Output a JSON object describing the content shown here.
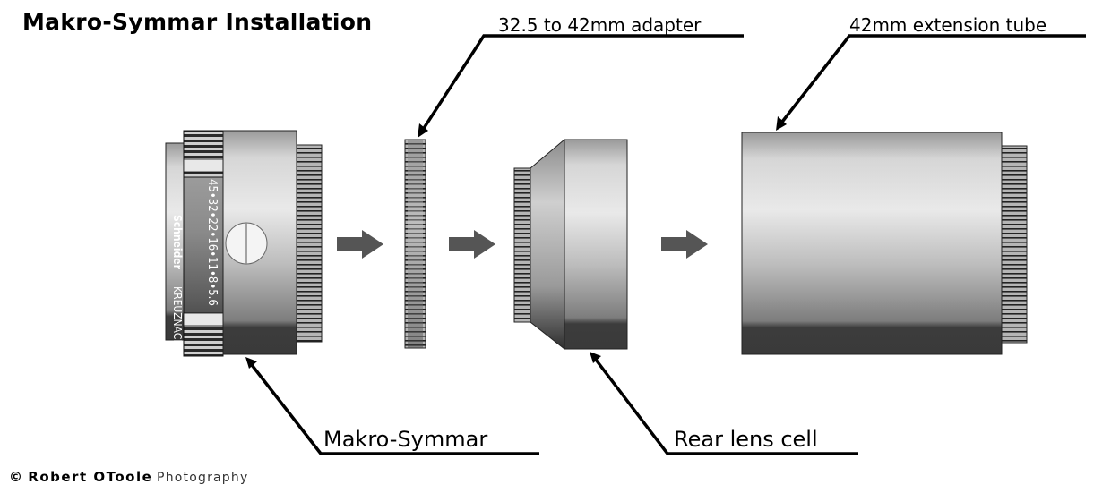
{
  "title": "Makro-Symmar Installation",
  "labels": {
    "adapter": "32.5 to 42mm adapter",
    "extension_tube": "42mm extension tube",
    "makro_symmar": "Makro-Symmar",
    "rear_lens_cell": "Rear lens cell"
  },
  "lens_markings": {
    "aperture_scale": "45•32•22•16•11•8•5.6",
    "brand": "Schneider",
    "maker": "KREUZNACH"
  },
  "credit": {
    "copyright": "©",
    "name": "Robert OToole",
    "suffix": "Photography"
  },
  "colors": {
    "metal_light": "#d8d8d8",
    "metal_dark": "#3a3a3a",
    "arrow": "#555555",
    "leader_line": "#000000"
  }
}
